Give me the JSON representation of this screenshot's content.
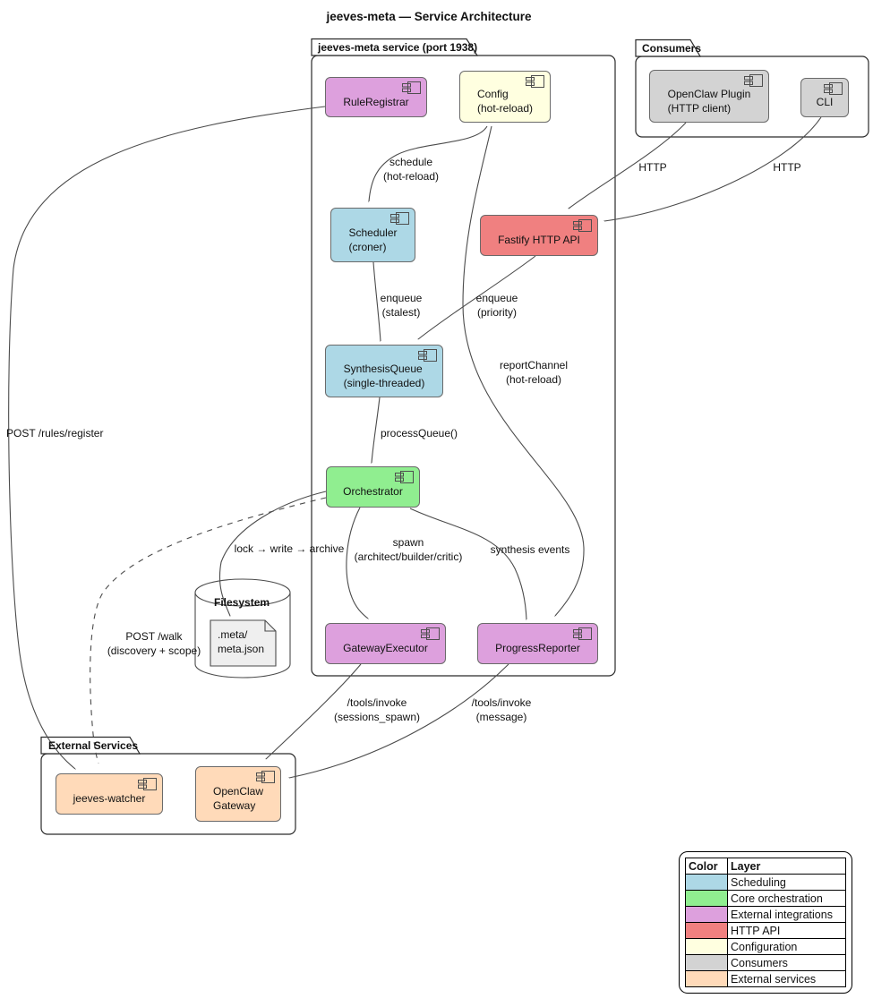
{
  "title": "jeeves-meta — Service Architecture",
  "packages": {
    "service": "jeeves-meta service (port 1938)",
    "consumers": "Consumers",
    "external": "External Services"
  },
  "components": {
    "rule_registrar": {
      "line1": "RuleRegistrar",
      "color": "#DDA0DD"
    },
    "config": {
      "line1": "Config",
      "line2": "(hot-reload)",
      "color": "#FFFFE0"
    },
    "openclaw_plugin": {
      "line1": "OpenClaw Plugin",
      "line2": "(HTTP client)",
      "color": "#D3D3D3"
    },
    "cli": {
      "line1": "CLI",
      "color": "#D3D3D3"
    },
    "scheduler": {
      "line1": "Scheduler",
      "line2": "(croner)",
      "color": "#ADD8E6"
    },
    "fastify": {
      "line1": "Fastify HTTP API",
      "color": "#F08080"
    },
    "synthesis_queue": {
      "line1": "SynthesisQueue",
      "line2": "(single-threaded)",
      "color": "#ADD8E6"
    },
    "orchestrator": {
      "line1": "Orchestrator",
      "color": "#90EE90"
    },
    "gateway_executor": {
      "line1": "GatewayExecutor",
      "color": "#DDA0DD"
    },
    "progress_reporter": {
      "line1": "ProgressReporter",
      "color": "#DDA0DD"
    },
    "jeeves_watcher": {
      "line1": "jeeves-watcher",
      "color": "#FFDAB9"
    },
    "openclaw_gateway": {
      "line1": "OpenClaw",
      "line2": "Gateway",
      "color": "#FFDAB9"
    }
  },
  "database": {
    "label": "Filesystem",
    "artifact_line1": ".meta/",
    "artifact_line2": "meta.json"
  },
  "edge_labels": {
    "schedule": {
      "line1": "schedule",
      "line2": "(hot-reload)"
    },
    "enqueue_stalest": {
      "line1": "enqueue",
      "line2": "(stalest)"
    },
    "enqueue_priority": {
      "line1": "enqueue",
      "line2": "(priority)"
    },
    "process_queue": {
      "line1": "processQueue()"
    },
    "report_channel": {
      "line1": "reportChannel",
      "line2": "(hot-reload)"
    },
    "spawn": {
      "line1": "spawn",
      "line2": "(architect/builder/critic)"
    },
    "synthesis_events": {
      "line1": "synthesis events"
    },
    "lock_write_archive": {
      "line1": "lock → write → archive"
    },
    "post_rules_register": {
      "line1": "POST /rules/register"
    },
    "post_walk": {
      "line1": "POST /walk",
      "line2": "(discovery + scope)"
    },
    "tools_invoke_spawn": {
      "line1": "/tools/invoke",
      "line2": "(sessions_spawn)"
    },
    "tools_invoke_message": {
      "line1": "/tools/invoke",
      "line2": "(message)"
    },
    "http_plugin": {
      "line1": "HTTP"
    },
    "http_cli": {
      "line1": "HTTP"
    }
  },
  "legend": {
    "header_color": "Color",
    "header_layer": "Layer",
    "rows": [
      {
        "color": "#ADD8E6",
        "label": "Scheduling"
      },
      {
        "color": "#90EE90",
        "label": "Core orchestration"
      },
      {
        "color": "#DDA0DD",
        "label": "External integrations"
      },
      {
        "color": "#F08080",
        "label": "HTTP API"
      },
      {
        "color": "#FFFFE0",
        "label": "Configuration"
      },
      {
        "color": "#D3D3D3",
        "label": "Consumers"
      },
      {
        "color": "#FFDAB9",
        "label": "External services"
      }
    ]
  }
}
